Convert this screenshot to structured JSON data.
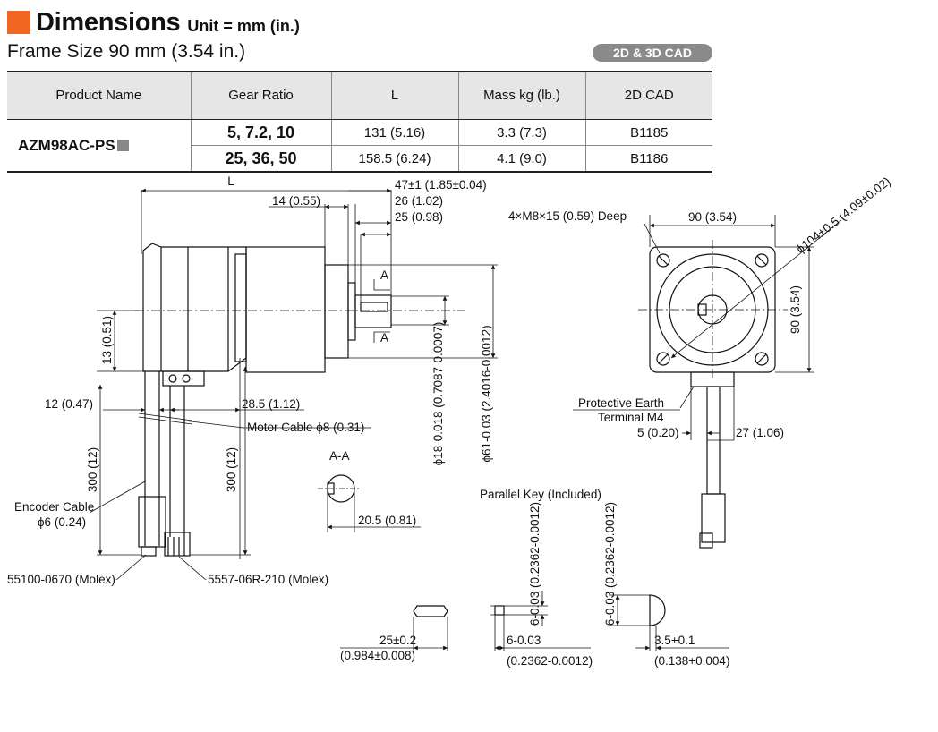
{
  "header": {
    "title": "Dimensions",
    "unit": "Unit = mm (in.)"
  },
  "frame_size": "Frame Size 90 mm (3.54 in.)",
  "cad_badge": "2D & 3D CAD",
  "table": {
    "headers": [
      "Product Name",
      "Gear Ratio",
      "L",
      "Mass kg (lb.)",
      "2D CAD"
    ],
    "product": "AZM98AC-PS",
    "rows": [
      {
        "gear": "5, 7.2, 10",
        "L": "131 (5.16)",
        "mass": "3.3 (7.3)",
        "cad": "B1185"
      },
      {
        "gear": "25, 36, 50",
        "L": "158.5 (6.24)",
        "mass": "4.1 (9.0)",
        "cad": "B1186"
      }
    ]
  },
  "drawing": {
    "L": "L",
    "d47": "47±1 (1.85±0.04)",
    "d14": "14 (0.55)",
    "d26": "26 (1.02)",
    "d25": "25 (0.98)",
    "secA": "A",
    "d13": "13 (0.51)",
    "d12": "12 (0.47)",
    "d28": "28.5 (1.12)",
    "motor_cable": "Motor Cable ϕ8 (0.31)",
    "shaft18": "ϕ18-0.018 (0.7087-0.0007)",
    "pilot61": "ϕ61-0.03 (2.4016-0.0012)",
    "d300": "300 (12)",
    "encoder_cable": "Encoder Cable",
    "encoder_dia": "ϕ6 (0.24)",
    "conn1": "55100-0670 (Molex)",
    "conn2": "5557-06R-210 (Molex)",
    "aa": "A-A",
    "d20": "20.5 (0.81)",
    "holes": "4×M8×15 (0.59) Deep",
    "d90": "90 (3.54)",
    "d104": "ϕ104±0.5 (4.09±0.02)",
    "pe1": "Protective Earth",
    "pe2": "Terminal M4",
    "d5": "5 (0.20)",
    "d27": "27 (1.06)",
    "key_title": "Parallel Key (Included)",
    "key25": "25±0.2",
    "key25in": "(0.984±0.008)",
    "key6": "6-0.03",
    "key6in": "(0.2362-0.0012)",
    "key6v": "6-0.03 (0.2362-0.0012)",
    "key35": "3.5+0.1",
    "key35in": "(0.138+0.004)"
  }
}
